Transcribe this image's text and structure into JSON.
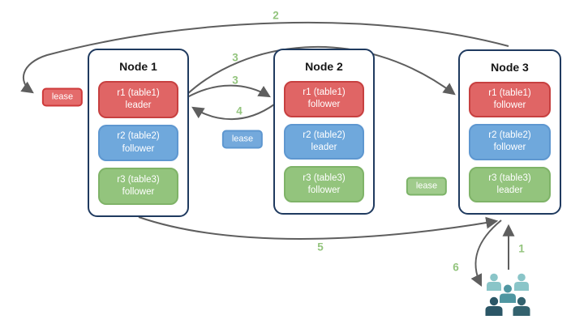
{
  "diagram": {
    "nodes": [
      {
        "title": "Node 1",
        "replicas": [
          {
            "name": "r1 (table1)",
            "role": "leader",
            "color_key": "red"
          },
          {
            "name": "r2 (table2)",
            "role": "follower",
            "color_key": "blue"
          },
          {
            "name": "r3 (table3)",
            "role": "follower",
            "color_key": "green"
          }
        ]
      },
      {
        "title": "Node 2",
        "replicas": [
          {
            "name": "r1 (table1)",
            "role": "follower",
            "color_key": "red"
          },
          {
            "name": "r2 (table2)",
            "role": "leader",
            "color_key": "blue"
          },
          {
            "name": "r3 (table3)",
            "role": "follower",
            "color_key": "green"
          }
        ]
      },
      {
        "title": "Node 3",
        "replicas": [
          {
            "name": "r1 (table1)",
            "role": "follower",
            "color_key": "red"
          },
          {
            "name": "r2 (table2)",
            "role": "follower",
            "color_key": "blue"
          },
          {
            "name": "r3 (table3)",
            "role": "leader",
            "color_key": "green"
          }
        ]
      }
    ],
    "leases": [
      {
        "label": "lease",
        "color_key": "red"
      },
      {
        "label": "lease",
        "color_key": "blue"
      },
      {
        "label": "lease",
        "color_key": "green"
      }
    ],
    "steps": [
      {
        "label": "1"
      },
      {
        "label": "2"
      },
      {
        "label": "3"
      },
      {
        "label": "3"
      },
      {
        "label": "4"
      },
      {
        "label": "5"
      },
      {
        "label": "6"
      }
    ],
    "icons": {
      "users_group": "users-group-icon"
    },
    "colors": {
      "replica_red": "#e06565",
      "replica_red_border": "#c74040",
      "replica_blue": "#6fa8dc",
      "replica_blue_border": "#5e97d0",
      "replica_green": "#93c47d",
      "replica_green_border": "#7fb368",
      "node_border": "#1f3a5f",
      "arrow": "#5e5e5e",
      "step_number": "#93c47d",
      "people_light_teal": "#8ac5c8",
      "people_medium_teal": "#4f96a1",
      "people_dark_left": "#2b5666",
      "people_dark_right": "#33626e"
    }
  }
}
